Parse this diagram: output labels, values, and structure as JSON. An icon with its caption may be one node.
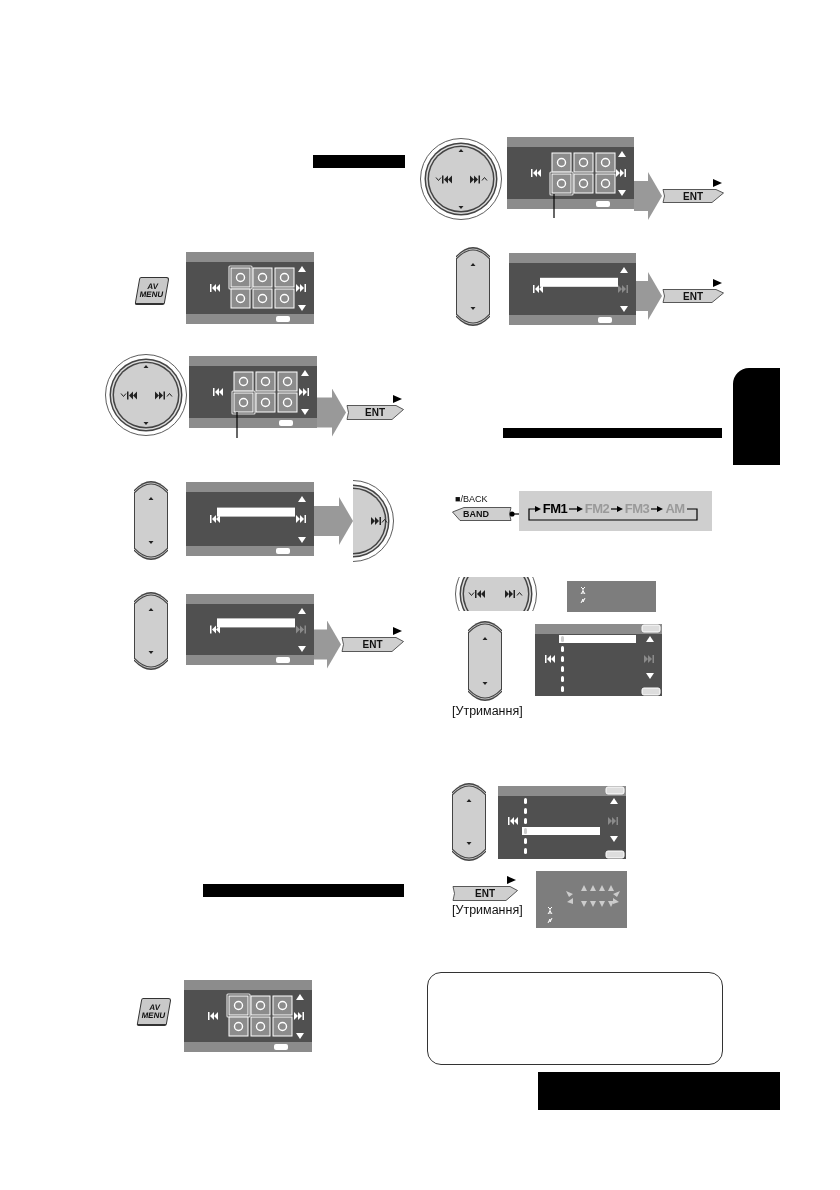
{
  "diagram": {
    "nodes": [
      {
        "text": [],
        "shape": "picture"
      },
      {
        "text": [
          "ENT"
        ]
      },
      {
        "text": [],
        "shape": "picture"
      },
      {
        "text": [],
        "shape": "picture"
      },
      {
        "text": [],
        "shape": "picture"
      },
      {
        "text": [
          "ENT"
        ]
      },
      {
        "text": [],
        "shape": "picture"
      },
      {
        "text": [
          "ENT"
        ]
      },
      {
        "text": [],
        "shape": "picture"
      },
      {
        "text": [
          "ENT"
        ]
      },
      {
        "text": [],
        "shape": "box"
      },
      {
        "text": [
          "FM1"
        ],
        "in": 10
      },
      {
        "text": [
          "FM2"
        ],
        "in": 10
      },
      {
        "text": [
          "FM3"
        ],
        "in": 10
      },
      {
        "text": [
          "AM"
        ],
        "in": 10
      },
      {
        "text": [
          "BAND"
        ],
        "beside": [
          "■/BACK"
        ]
      },
      {
        "text": [
          "ENT"
        ]
      },
      {
        "text": [],
        "shape": "bar"
      },
      {
        "text": [],
        "shape": "bar"
      },
      {
        "text": [],
        "shape": "bar"
      },
      {
        "text": [],
        "shape": "bar"
      },
      {
        "text": [],
        "shape": "tab"
      },
      {
        "text": [],
        "shape": "box"
      }
    ],
    "edges": [
      {
        "from": 0,
        "to": 1,
        "arrow": "to",
        "style": "thick",
        "color": "#999999"
      },
      {
        "from": 2,
        "to": 3,
        "arrow": "to",
        "style": "thick",
        "color": "#999999"
      },
      {
        "from": 4,
        "to": 5,
        "arrow": "to",
        "style": "thick",
        "color": "#999999"
      },
      {
        "from": 6,
        "to": 7,
        "arrow": "to",
        "style": "thick",
        "color": "#999999"
      },
      {
        "from": 8,
        "to": 9,
        "arrow": "to",
        "style": "thick",
        "color": "#999999"
      },
      {
        "from": 11,
        "to": 12,
        "arrow": "to",
        "color": "#000000"
      },
      {
        "from": 12,
        "to": 13,
        "arrow": "to",
        "color": "#000000"
      },
      {
        "from": 13,
        "to": 14,
        "arrow": "to",
        "color": "#000000"
      },
      {
        "from": 14,
        "to": 11,
        "arrow": "to",
        "color": "#000000"
      },
      {
        "from": 15,
        "to": 10,
        "arrow": "other",
        "color": "#000000"
      },
      {
        "from": 0,
        "to": null,
        "arrow": "none",
        "color": "#000000"
      },
      {
        "from": 6,
        "to": null,
        "arrow": "none",
        "color": "#000000"
      }
    ],
    "labels": [
      "AV MENU",
      "AV MENU",
      "[Утримання]",
      "[Утримання]"
    ]
  }
}
